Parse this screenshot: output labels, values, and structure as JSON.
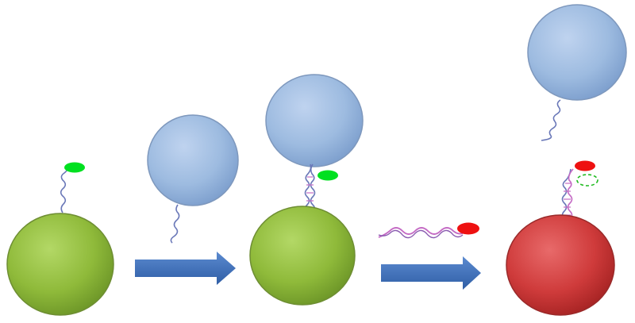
{
  "colors": {
    "background": "#ffffff",
    "bead_green": "#8fba3a",
    "bead_red": "#cf3b3b",
    "particle_blue": "#9dbbe0",
    "label_green": "#00e020",
    "label_red": "#ee1111",
    "arrow_blue": "#3e6fb7",
    "strand_blue": "#6a78b8",
    "strand_pink": "#c46ac4",
    "empty_label_outline": "#22bb22"
  },
  "stages": [
    {
      "id": "stage-1",
      "bead": "green",
      "probe_strand": "single",
      "probe_label": "green",
      "free_particle": "blue-with-complementary-strand"
    },
    {
      "id": "stage-2",
      "bead": "green",
      "probe_strand": "hybridized-duplex",
      "probe_label": "green",
      "bound_particle": "blue"
    },
    {
      "id": "stage-3",
      "bead": "red",
      "probe_strand": "hybridized-duplex",
      "probe_label": "red",
      "released_particle": "blue-with-strand",
      "displaced_label": "empty-green-outline"
    }
  ],
  "transitions": [
    {
      "id": "arrow-1",
      "icon": "right-arrow-icon",
      "reagent": "none"
    },
    {
      "id": "arrow-2",
      "icon": "right-arrow-icon",
      "reagent": "red-labeled-double-strand"
    }
  ]
}
